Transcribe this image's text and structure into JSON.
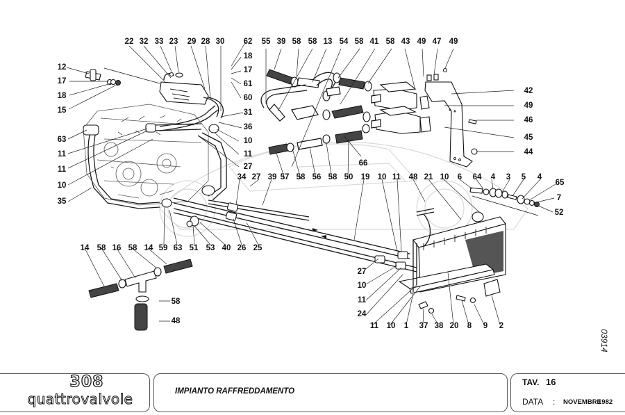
{
  "footer": {
    "model_number": "308",
    "model_name": "quattrovalvole",
    "sheet_title": "IMPIANTO RAFFREDDAMENTO",
    "tav_label": "TAV.",
    "tav_number": "16",
    "date_label": "DATA",
    "date_separator": ":",
    "date_month": "NOVEMBRE",
    "date_year": "1982"
  },
  "catalog_number": "03914",
  "callouts": [
    {
      "id": "c22",
      "text": "22"
    },
    {
      "id": "c32",
      "text": "32"
    },
    {
      "id": "c33",
      "text": "33"
    },
    {
      "id": "c23",
      "text": "23"
    },
    {
      "id": "c29",
      "text": "29"
    },
    {
      "id": "c28",
      "text": "28"
    },
    {
      "id": "c30",
      "text": "30"
    },
    {
      "id": "c62",
      "text": "62"
    },
    {
      "id": "c18a",
      "text": "18"
    },
    {
      "id": "c17a",
      "text": "17"
    },
    {
      "id": "c61",
      "text": "61"
    },
    {
      "id": "c60",
      "text": "60"
    },
    {
      "id": "c31",
      "text": "31"
    },
    {
      "id": "c36",
      "text": "36"
    },
    {
      "id": "c10a",
      "text": "10"
    },
    {
      "id": "c11a",
      "text": "11"
    },
    {
      "id": "c27a",
      "text": "27"
    },
    {
      "id": "c12",
      "text": "12"
    },
    {
      "id": "c17b",
      "text": "17"
    },
    {
      "id": "c18b",
      "text": "18"
    },
    {
      "id": "c15",
      "text": "15"
    },
    {
      "id": "c63a",
      "text": "63"
    },
    {
      "id": "c11b",
      "text": "11"
    },
    {
      "id": "c11c",
      "text": "11"
    },
    {
      "id": "c10b",
      "text": "10"
    },
    {
      "id": "c35",
      "text": "35"
    },
    {
      "id": "c55",
      "text": "55"
    },
    {
      "id": "c39a",
      "text": "39"
    },
    {
      "id": "c58a",
      "text": "58"
    },
    {
      "id": "c58b",
      "text": "58"
    },
    {
      "id": "c13",
      "text": "13"
    },
    {
      "id": "c54",
      "text": "54"
    },
    {
      "id": "c58c",
      "text": "58"
    },
    {
      "id": "c41",
      "text": "41"
    },
    {
      "id": "c58d",
      "text": "58"
    },
    {
      "id": "c43",
      "text": "43"
    },
    {
      "id": "c49a",
      "text": "49"
    },
    {
      "id": "c47",
      "text": "47"
    },
    {
      "id": "c49b",
      "text": "49"
    },
    {
      "id": "c42",
      "text": "42"
    },
    {
      "id": "c49c",
      "text": "49"
    },
    {
      "id": "c46",
      "text": "46"
    },
    {
      "id": "c45",
      "text": "45"
    },
    {
      "id": "c44",
      "text": "44"
    },
    {
      "id": "c66",
      "text": "66"
    },
    {
      "id": "c57",
      "text": "57"
    },
    {
      "id": "c58e",
      "text": "58"
    },
    {
      "id": "c56",
      "text": "56"
    },
    {
      "id": "c58f",
      "text": "58"
    },
    {
      "id": "c50",
      "text": "50"
    },
    {
      "id": "c34",
      "text": "34"
    },
    {
      "id": "c27b",
      "text": "27"
    },
    {
      "id": "c39b",
      "text": "39"
    },
    {
      "id": "c19",
      "text": "19"
    },
    {
      "id": "c10c",
      "text": "10"
    },
    {
      "id": "c11d",
      "text": "11"
    },
    {
      "id": "c48a",
      "text": "48"
    },
    {
      "id": "c21",
      "text": "21"
    },
    {
      "id": "c10d",
      "text": "10"
    },
    {
      "id": "c6",
      "text": "6"
    },
    {
      "id": "c64",
      "text": "64"
    },
    {
      "id": "c4a",
      "text": "4"
    },
    {
      "id": "c3",
      "text": "3"
    },
    {
      "id": "c5",
      "text": "5"
    },
    {
      "id": "c4b",
      "text": "4"
    },
    {
      "id": "c65",
      "text": "65"
    },
    {
      "id": "c7",
      "text": "7"
    },
    {
      "id": "c52",
      "text": "52"
    },
    {
      "id": "c59",
      "text": "59"
    },
    {
      "id": "c63b",
      "text": "63"
    },
    {
      "id": "c51",
      "text": "51"
    },
    {
      "id": "c53",
      "text": "53"
    },
    {
      "id": "c40",
      "text": "40"
    },
    {
      "id": "c26",
      "text": "26"
    },
    {
      "id": "c25",
      "text": "25"
    },
    {
      "id": "c14a",
      "text": "14"
    },
    {
      "id": "c58g",
      "text": "58"
    },
    {
      "id": "c16",
      "text": "16"
    },
    {
      "id": "c58h",
      "text": "58"
    },
    {
      "id": "c14b",
      "text": "14"
    },
    {
      "id": "c58i",
      "text": "58"
    },
    {
      "id": "c48b",
      "text": "48"
    },
    {
      "id": "c27c",
      "text": "27"
    },
    {
      "id": "c10e",
      "text": "10"
    },
    {
      "id": "c11e",
      "text": "11"
    },
    {
      "id": "c24",
      "text": "24"
    },
    {
      "id": "c11f",
      "text": "11"
    },
    {
      "id": "c10f",
      "text": "10"
    },
    {
      "id": "c1",
      "text": "1"
    },
    {
      "id": "c37",
      "text": "37"
    },
    {
      "id": "c38",
      "text": "38"
    },
    {
      "id": "c20",
      "text": "20"
    },
    {
      "id": "c8",
      "text": "8"
    },
    {
      "id": "c9",
      "text": "9"
    },
    {
      "id": "c2",
      "text": "2"
    }
  ]
}
